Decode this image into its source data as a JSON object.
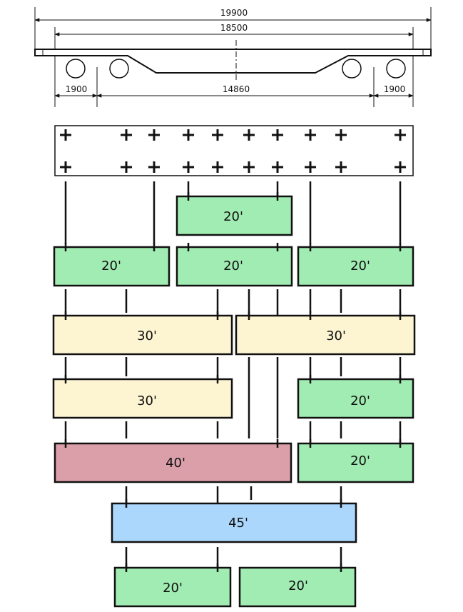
{
  "colors": {
    "twenty_ft": "#a0ecb2",
    "thirty_ft": "#fdf5d2",
    "forty_ft": "#da9fa9",
    "forty_five_ft": "#abd7fc",
    "outline": "#111111"
  },
  "dimensions": {
    "overall_length": "19900",
    "pivot_to_pivot": "18500",
    "bogie_left": "1900",
    "middle_span": "14860",
    "bogie_right": "1900"
  },
  "containers": {
    "row1_center": "20'",
    "row2_left": "20'",
    "row2_center": "20'",
    "row2_right": "20'",
    "row3_left": "30'",
    "row3_right": "30'",
    "row4_left": "30'",
    "row4_right": "20'",
    "row5_left": "40'",
    "row5_right": "20'",
    "row6_center": "45'",
    "row7_left": "20'",
    "row7_right": "20'"
  }
}
